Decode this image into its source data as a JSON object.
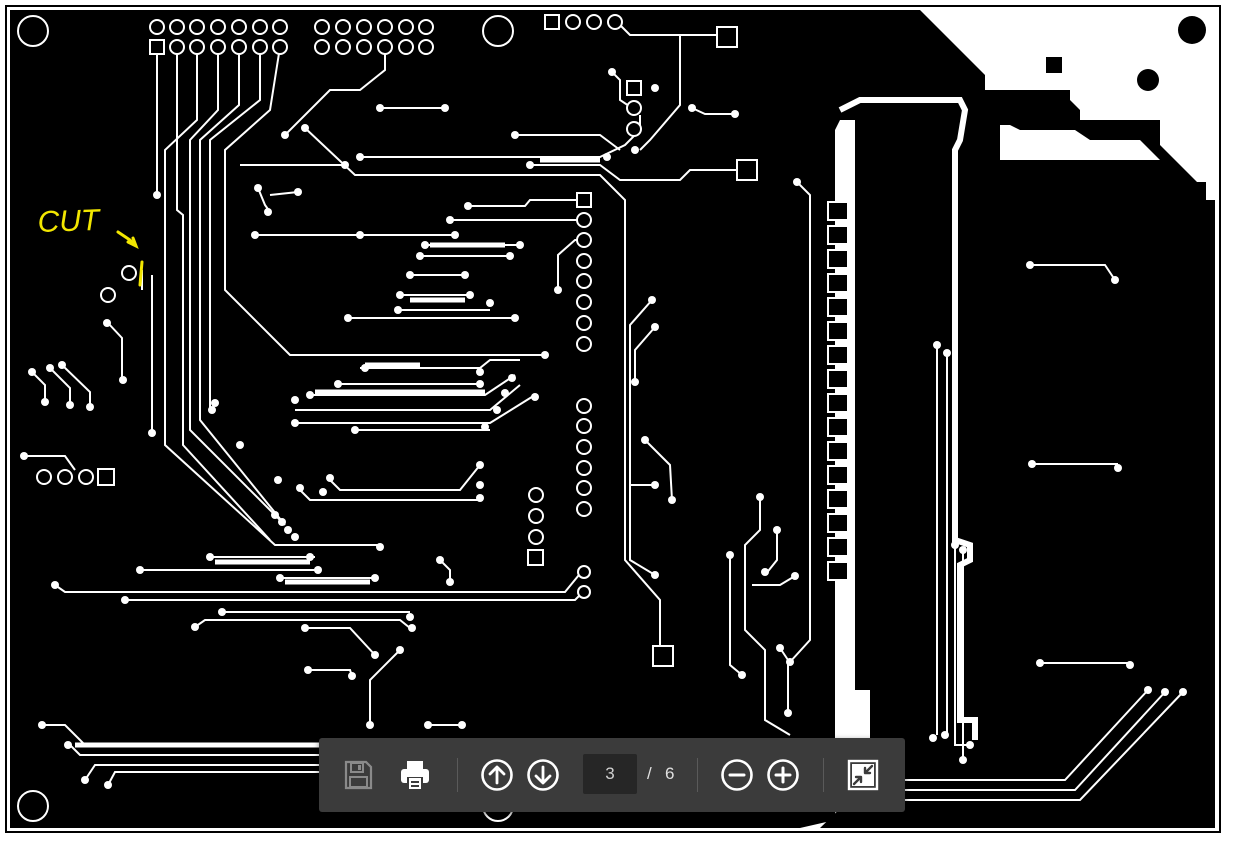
{
  "board": {
    "background": "#ffffff",
    "copper_color": "#000000",
    "trace_color": "#ffffff",
    "annotation_color": "#f2e600",
    "annotation_text": "CUT"
  },
  "toolbar": {
    "background": "#3b3b3b",
    "icon_color": "#ffffff",
    "disabled_icon_color": "#8a8a8a",
    "save_icon": "floppy-disk-icon",
    "print_icon": "printer-icon",
    "prev_icon": "arrow-up-circle-icon",
    "next_icon": "arrow-down-circle-icon",
    "zoom_out_icon": "minus-circle-icon",
    "zoom_in_icon": "plus-circle-icon",
    "fit_icon": "shrink-arrows-icon",
    "current_page": "3",
    "page_separator": "/",
    "total_pages": "6"
  }
}
